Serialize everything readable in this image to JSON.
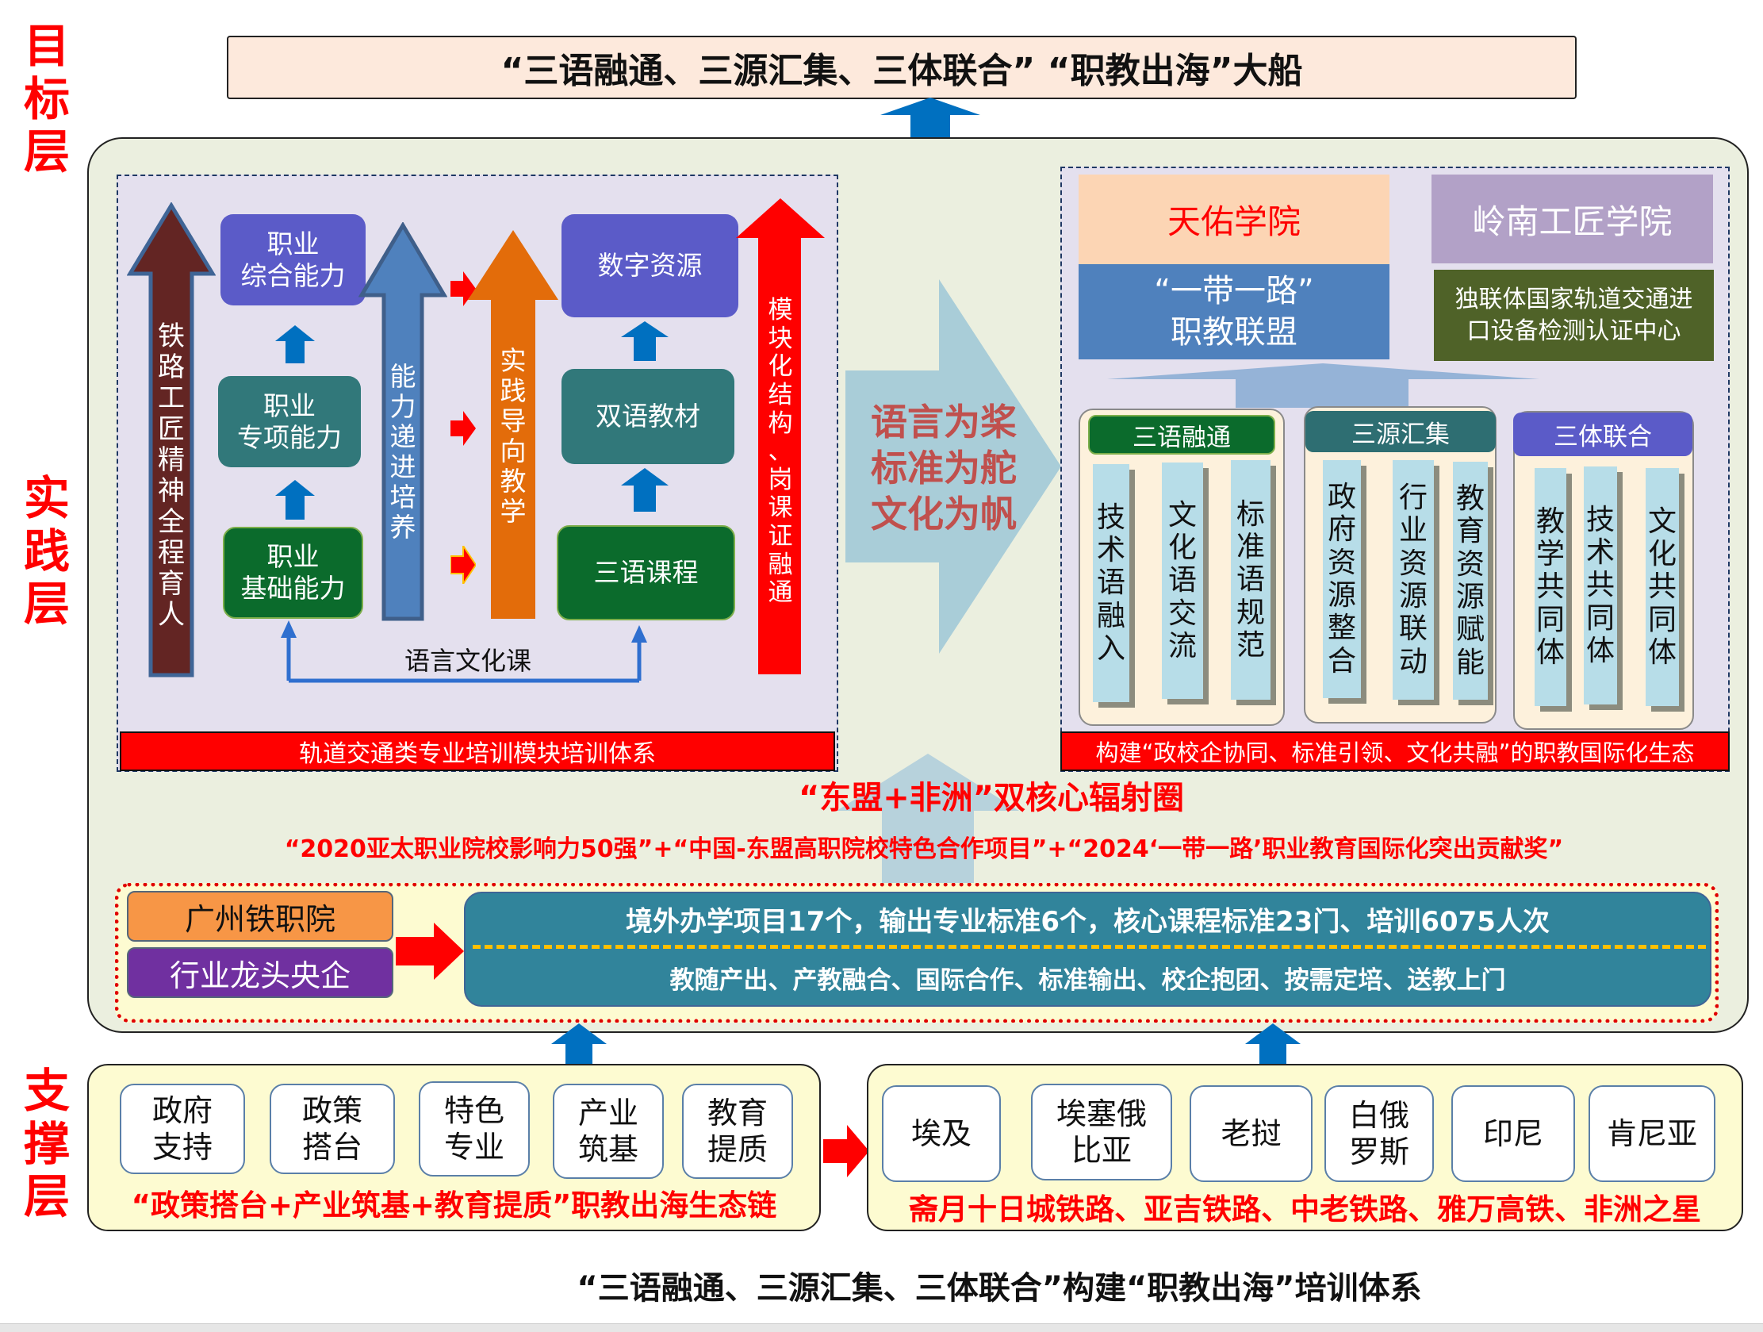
{
  "layers": {
    "target": "目标层",
    "practice": "实践层",
    "support": "支撑层"
  },
  "banner": {
    "title": "“三语融通、三源汇集、三体联合” “职教出海”大船"
  },
  "left_panel": {
    "bars": {
      "craftsman": "铁路工匠精神全程育人",
      "ability": "能力递进培养",
      "practice": "实践导向教学",
      "module": "模块化结构、岗课证融通"
    },
    "abilities": {
      "top": "职业\n综合能力",
      "middle": "职业\n专项能力",
      "bottom": "职业\n基础能力"
    },
    "resources": {
      "top": "数字资源",
      "middle": "双语教材",
      "bottom": "三语课程"
    },
    "bridge_label": "语言文化课",
    "footer": "轨道交通类专业培训模块培训体系"
  },
  "center_arrow": {
    "lines": [
      "语言为桨",
      "标准为舵",
      "文化为帆"
    ]
  },
  "right_panel": {
    "tianyou": "天佑学院",
    "belt_road": "“一带一路”\n职教联盟",
    "lingnan": "岭南工匠学院",
    "cis_center": "独联体国家轨道交通进\n口设备检测认证中心",
    "groups": [
      {
        "title": "三语融通",
        "color": "#0b6b2c",
        "items": [
          "技术语融入",
          "文化语交流",
          "标准语规范"
        ]
      },
      {
        "title": "三源汇集",
        "color": "#2e6e72",
        "items": [
          "政府资源整合",
          "行业资源联动",
          "教育资源赋能"
        ]
      },
      {
        "title": "三体联合",
        "color": "#5b5bc8",
        "items": [
          "教学共同体",
          "技术共同体",
          "文化共同体"
        ]
      }
    ],
    "footer": "构建“政校企协同、标准引领、文化共融”的职教国际化生态"
  },
  "radiation": "“东盟+非洲”双核心辐射圈",
  "awards": "“2020亚太职业院校影响力50强”+“中国-东盟高职院校特色合作项目”+“2024‘一带一路’职业教育国际化突出贡献奖”",
  "actors": {
    "school": "广州铁职院",
    "enterprise": "行业龙头央企"
  },
  "achievements": {
    "stats": "境外办学项目17个，输出专业标准6个，核心课程标准23门、培训6075人次",
    "modes": "教随产出、产教融合、国际合作、标准输出、校企抱团、按需定培、送教上门"
  },
  "support_left": {
    "chips": [
      "政府\n支持",
      "政策\n搭台",
      "特色\n专业",
      "产业\n筑基",
      "教育\n提质"
    ],
    "caption": "“政策搭台+产业筑基+教育提质”职教出海生态链"
  },
  "support_right": {
    "countries": [
      "埃及",
      "埃塞俄\n比亚",
      "老挝",
      "白俄\n罗斯",
      "印尼",
      "肯尼亚"
    ],
    "caption": "斋月十日城铁路、亚吉铁路、中老铁路、雅万高铁、非洲之星"
  },
  "footer_title": "“三语融通、三源汇集、三体联合”构建“职教出海”培训体系",
  "colors": {
    "red": "#ff0000",
    "blue_arrow": "#0070c0",
    "teal": "#31849b",
    "orange": "#f79646",
    "purple": "#7030a0"
  }
}
